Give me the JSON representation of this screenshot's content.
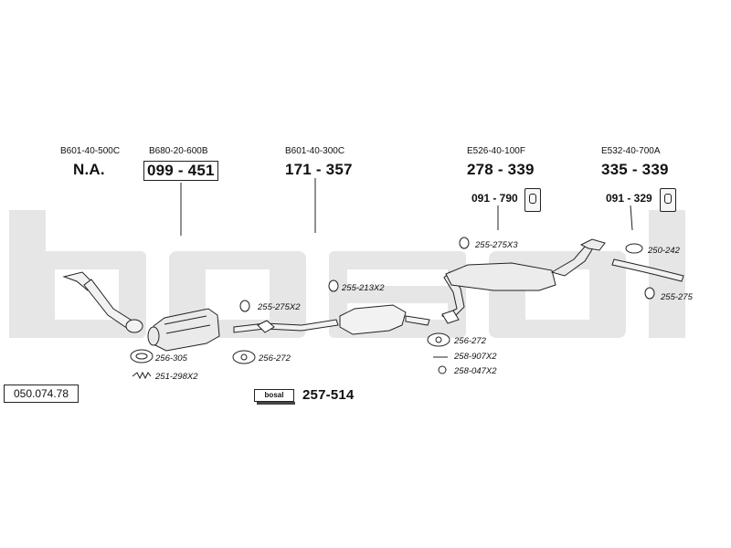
{
  "document": {
    "reference_number": "050.074.78",
    "brand_watermark": "bosal"
  },
  "main_parts": [
    {
      "code": "B601-40-500C",
      "part": "N.A.",
      "boxed": false
    },
    {
      "code": "B680-20-600B",
      "part": "099 - 451",
      "boxed": true
    },
    {
      "code": "B601-40-300C",
      "part": "171 - 357",
      "boxed": false
    },
    {
      "code": "E526-40-100F",
      "part": "278 - 339",
      "boxed": false
    },
    {
      "code": "E532-40-700A",
      "part": "335 - 339",
      "boxed": false
    }
  ],
  "hangers": [
    {
      "part": "091 - 790"
    },
    {
      "part": "091 - 329"
    }
  ],
  "fitting_labels": [
    "255-275X2",
    "255-213X2",
    "255-275X3",
    "250-242",
    "255-275",
    "256-305",
    "251-298X2",
    "256-272",
    "256-272",
    "258-907X2",
    "258-047X2"
  ],
  "mounting_kit": {
    "badge": "bosal",
    "part": "257-514"
  }
}
